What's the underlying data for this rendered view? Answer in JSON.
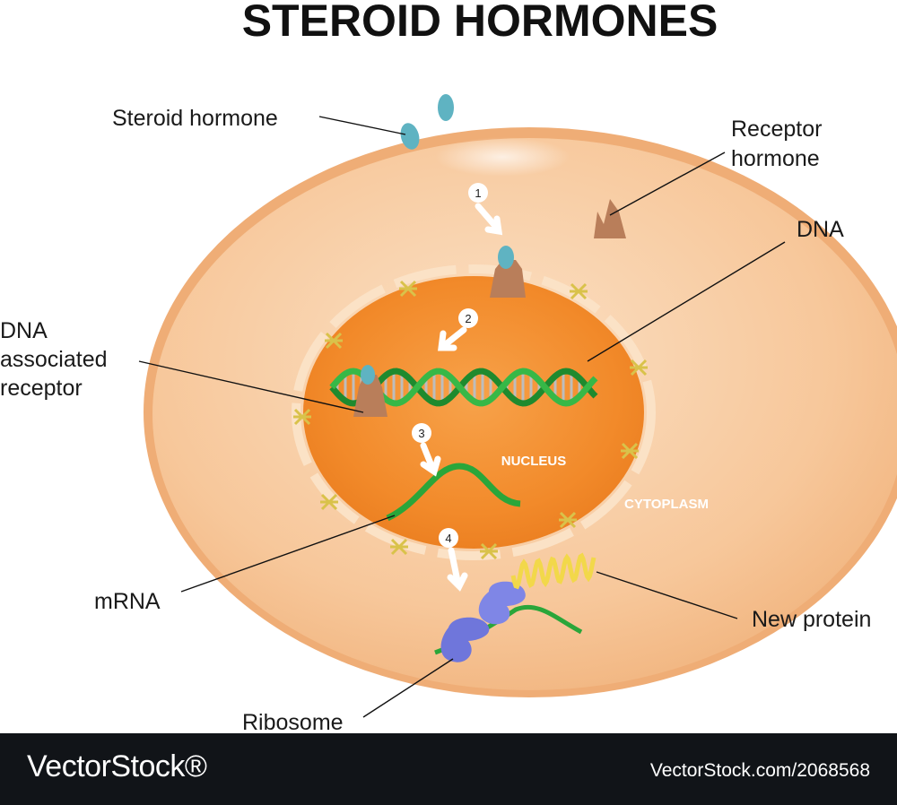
{
  "title": "STEROID HORMONES",
  "labels": {
    "steroid_hormone": "Steroid hormone",
    "receptor_hormone_1": "Receptor",
    "receptor_hormone_2": "hormone",
    "dna": "DNA",
    "dna_assoc_1": "DNA",
    "dna_assoc_2": "associated",
    "dna_assoc_3": "receptor",
    "mrna": "mRNA",
    "new_protein": "New protein",
    "ribosome": "Ribosome",
    "nucleus": "NUCLEUS",
    "cytoplasm": "CYTOPLASM"
  },
  "steps": [
    "1",
    "2",
    "3",
    "4"
  ],
  "footer": {
    "brand": "VectorStock®",
    "image_id": "VectorStock.com/2068568"
  },
  "colors": {
    "cell": "#f7c79a",
    "nucleus": "#f28a2a",
    "hormone": "#5fb3c2",
    "receptor": "#b97e5a",
    "dna_green": "#2aa63a",
    "ribosome": "#7f86e6",
    "protein": "#f2d84a"
  }
}
